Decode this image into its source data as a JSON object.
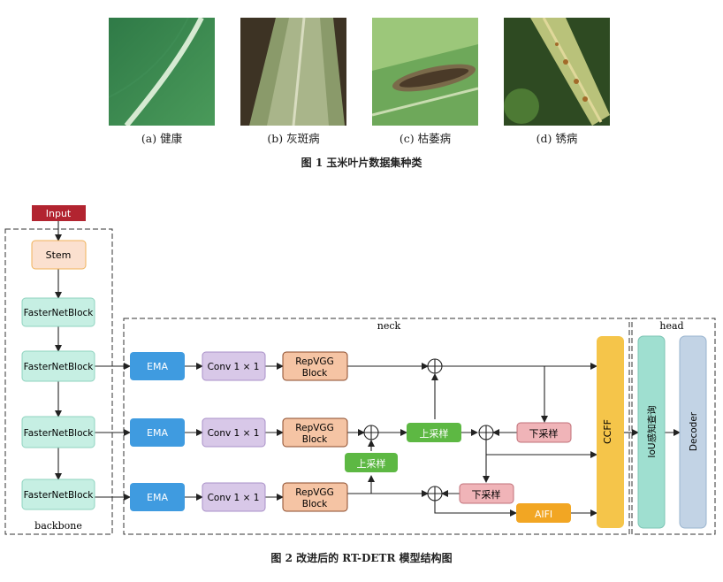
{
  "figure1": {
    "panels": [
      {
        "label": "(a) 健康"
      },
      {
        "label": "(b) 灰斑病"
      },
      {
        "label": "(c) 枯萎病"
      },
      {
        "label": "(d) 锈病"
      }
    ],
    "caption": "图 1    玉米叶片数据集种类"
  },
  "figure2": {
    "caption": "图 2    改进后的 RT-DETR 模型结构图",
    "input": "Input",
    "stem": "Stem",
    "fasternet": "FasterNetBlock",
    "backbone_label": "backbone",
    "neck_label": "neck",
    "head_label": "head",
    "ema": "EMA",
    "conv": "Conv 1 × 1",
    "repvgg_line1": "RepVGG",
    "repvgg_line2": "Block",
    "upsample": "上采样",
    "downsample": "下采样",
    "aifi": "AIFI",
    "ccff": "CCFF",
    "iou": "IoU感知查询",
    "decoder": "Decoder"
  },
  "colors": {
    "input": "#b22430",
    "stem": "#fbe0cf",
    "stem_border": "#f0b25a",
    "fasternet": "#c6efe3",
    "ema": "#3f9be0",
    "conv": "#d8c8e8",
    "repvgg": "#f5c4a4",
    "upsample": "#5db843",
    "downsample": "#f0b4b8",
    "aifi": "#f2a623",
    "ccff": "#f5c54a",
    "iou": "#9fdfd0",
    "decoder": "#c2d3e5"
  }
}
